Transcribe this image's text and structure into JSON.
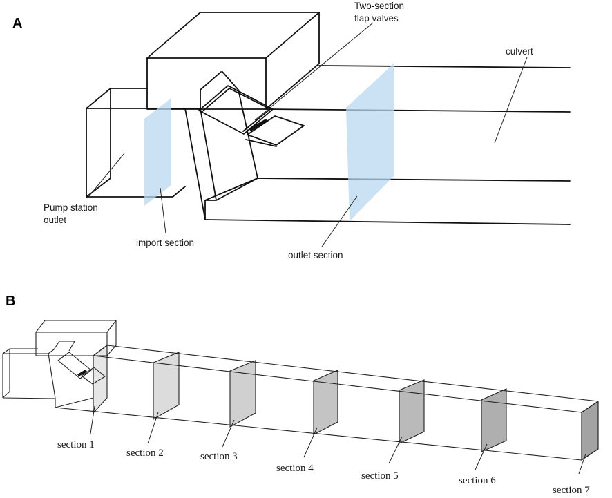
{
  "panel_a": {
    "letter": "A",
    "labels": {
      "flap_valves_line1": "Two-section",
      "flap_valves_line2": "flap valves",
      "culvert": "culvert",
      "pump_line1": "Pump station",
      "pump_line2": "outlet",
      "import_section": "import section",
      "outlet_section": "outlet section"
    },
    "plane_color": "#b8d8f0"
  },
  "panel_b": {
    "letter": "B",
    "sections": [
      "section 1",
      "section 2",
      "section 3",
      "section 4",
      "section 5",
      "section 6",
      "section 7"
    ],
    "section_shades": [
      "#e6e6e6",
      "#dcdcdc",
      "#d0d0d0",
      "#c4c4c4",
      "#bababa",
      "#afafaf",
      "#a3a3a3"
    ]
  }
}
